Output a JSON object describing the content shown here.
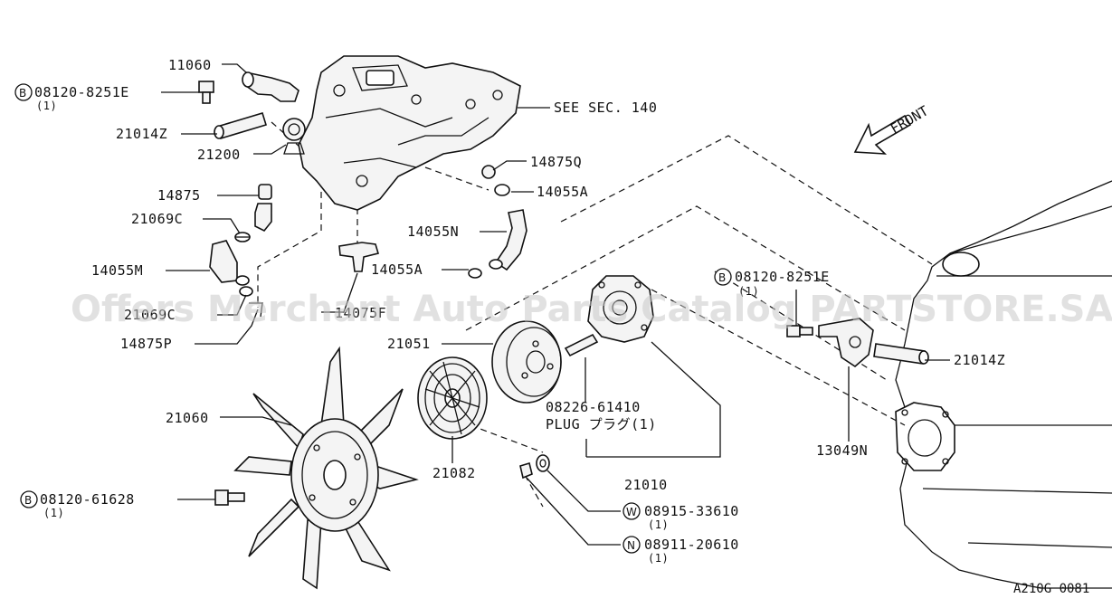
{
  "diagram": {
    "reference_code": "A210G 0081",
    "front_label": "FRONT",
    "watermark": "Offers Merchant Auto Parts Catalog PARTSTORE.SA",
    "callouts": {
      "c11060": "11060",
      "b08120_8251e_top": "08120-8251E",
      "b08120_8251e_top_qty": "(1)",
      "c21014z_top": "21014Z",
      "c21200": "21200",
      "see_sec": "SEE SEC. 140",
      "c14875q": "14875Q",
      "c14055a_top": "14055A",
      "c14875": "14875",
      "c21069c": "21069C",
      "c14055n": "14055N",
      "c14055m": "14055M",
      "c14055a_mid": "14055A",
      "c21069c_b": "21069C",
      "c14075f": "14075F",
      "c14875p": "14875P",
      "c21051": "21051",
      "plug_num": "08226-61410",
      "plug_text": "PLUG プラグ(1)",
      "c21060": "21060",
      "c21082": "21082",
      "c21010": "21010",
      "b08120_61628": "08120-61628",
      "b08120_61628_qty": "(1)",
      "w08915_33610": "08915-33610",
      "w08915_33610_qty": "(1)",
      "n08911_20610": "08911-20610",
      "n08911_20610_qty": "(1)",
      "b08120_8251e_right": "08120-8251E",
      "b08120_8251e_right_qty": "(1)",
      "c21014z_right": "21014Z",
      "c13049n": "13049N"
    },
    "markers": {
      "bolt": "B",
      "washer": "W",
      "nut": "N"
    }
  }
}
